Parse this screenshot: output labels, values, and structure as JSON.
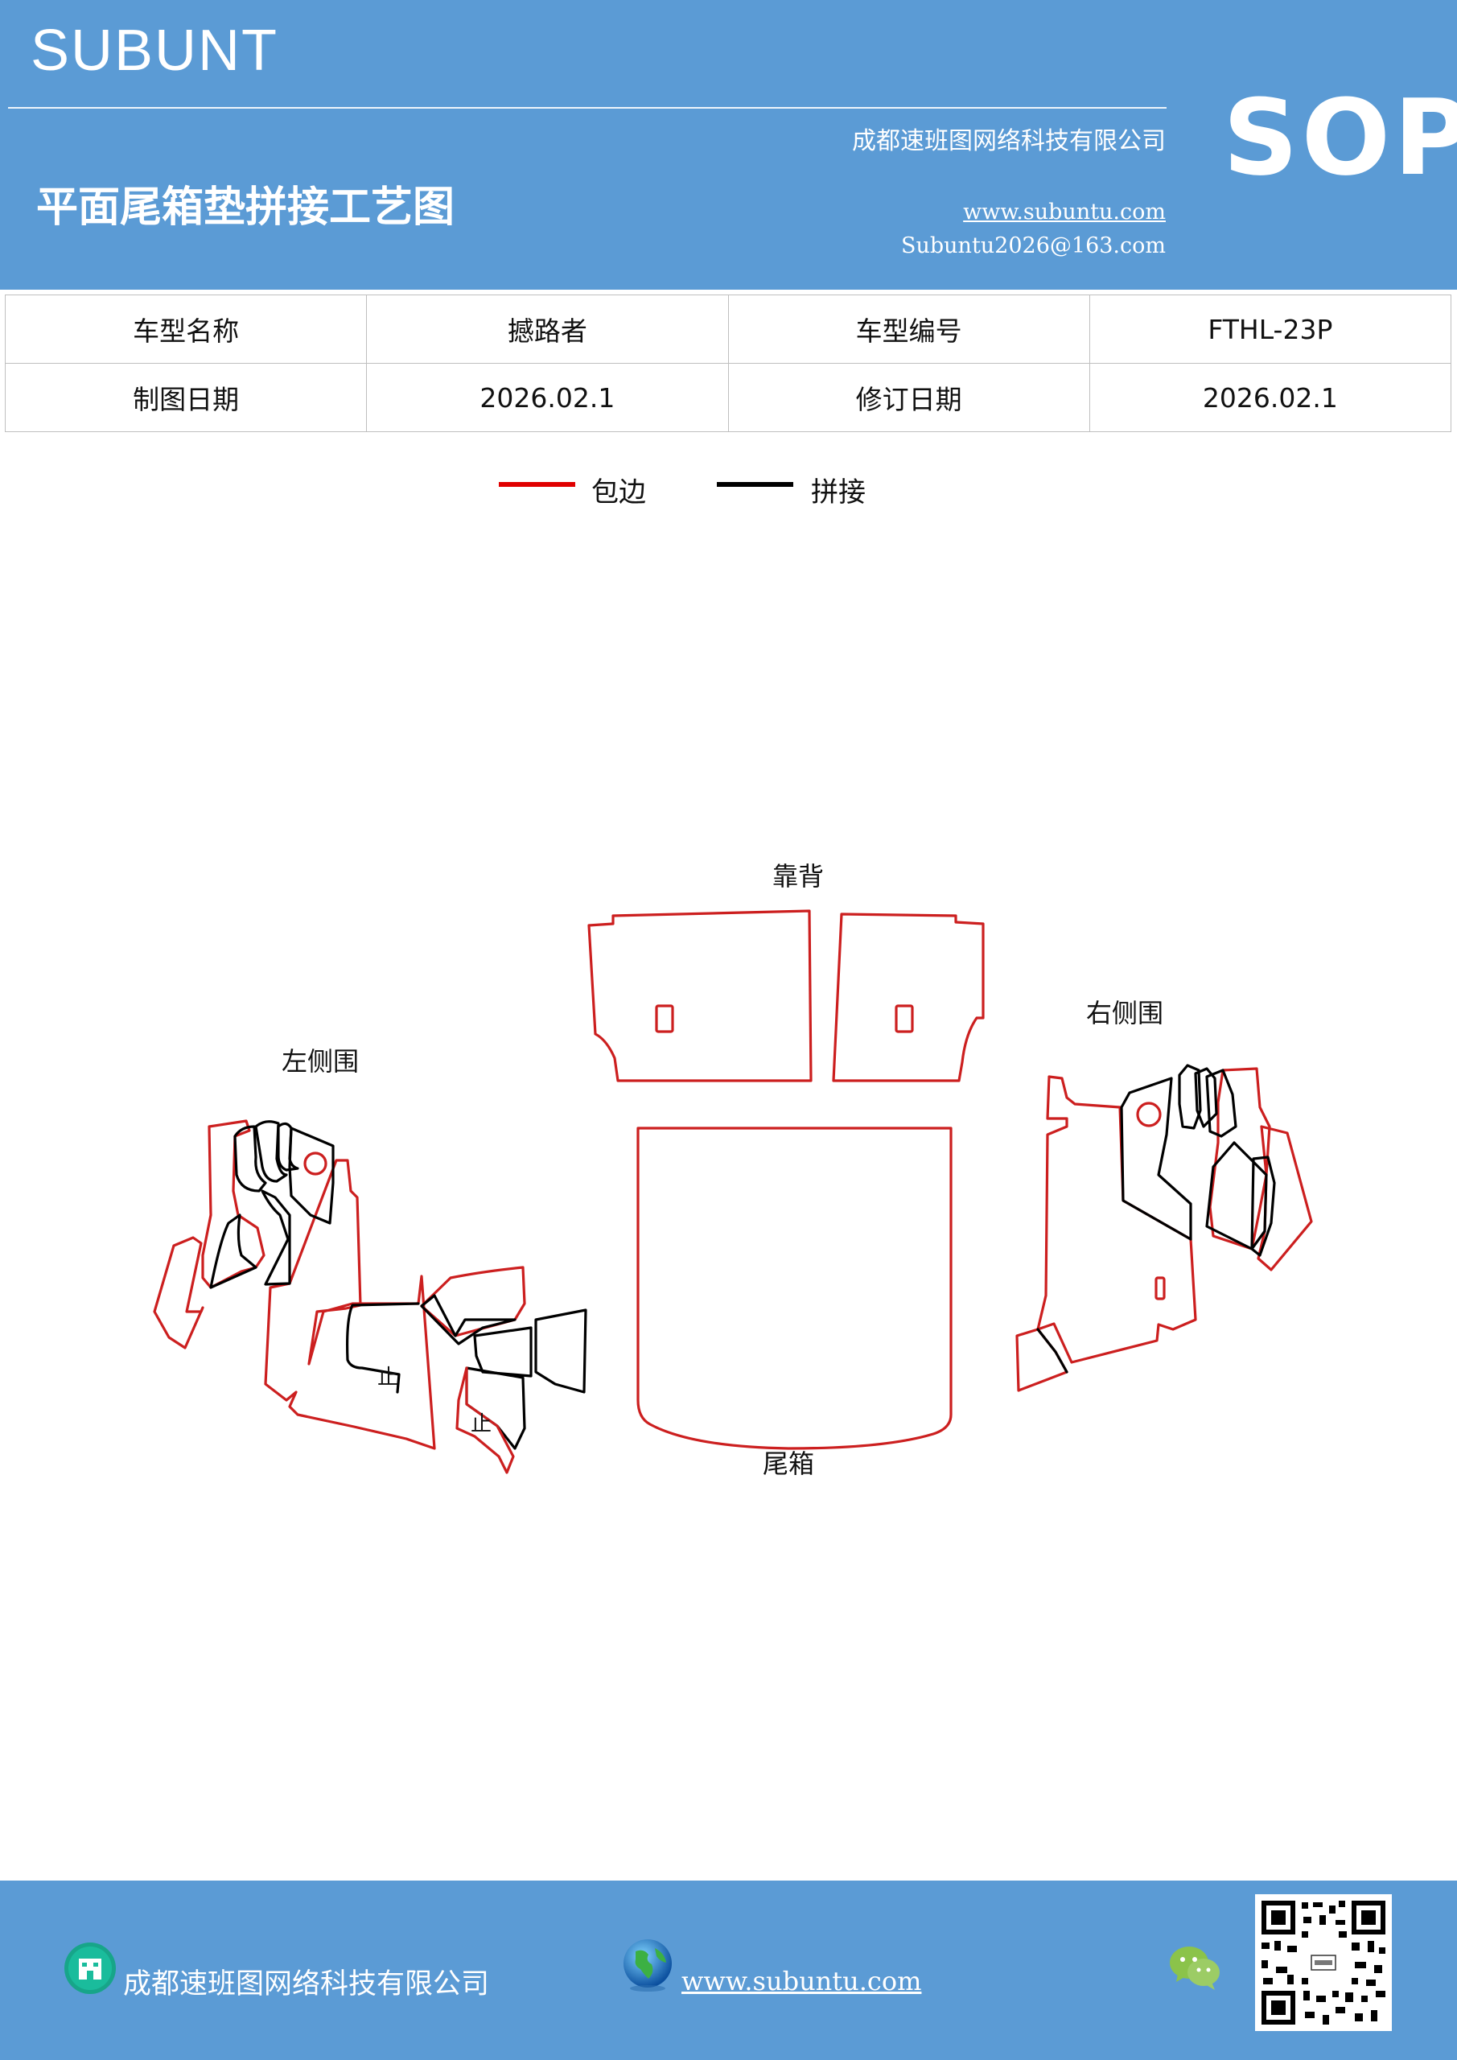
{
  "header": {
    "brand": "SUBUNT",
    "badge": "SOP",
    "company": "成都速班图网络科技有限公司",
    "title": "平面尾箱垫拼接工艺图",
    "website": "www.subuntu.com",
    "email": "Subuntu2026@163.com"
  },
  "info_table": {
    "rows": [
      [
        "车型名称",
        "撼路者",
        "车型编号",
        "FTHL-23P"
      ],
      [
        "制图日期",
        "2026.02.1",
        "修订日期",
        "2026.02.1"
      ]
    ]
  },
  "legend": {
    "items": [
      {
        "label": "包边",
        "color": "#e00000"
      },
      {
        "label": "拼接",
        "color": "#000000"
      }
    ]
  },
  "diagram": {
    "labels": {
      "backrest": "靠背",
      "right_side": "右侧围",
      "left_side": "左侧围",
      "trunk": "尾箱",
      "stop_1": "止",
      "stop_2": "止"
    },
    "colors": {
      "edge": "#cc1f1f",
      "seam": "#000000"
    }
  },
  "footer": {
    "company": "成都速班图网络科技有限公司",
    "website": "www.subuntu.com",
    "icons": [
      "building-icon",
      "globe-icon",
      "wechat-icon",
      "qr-code"
    ]
  }
}
